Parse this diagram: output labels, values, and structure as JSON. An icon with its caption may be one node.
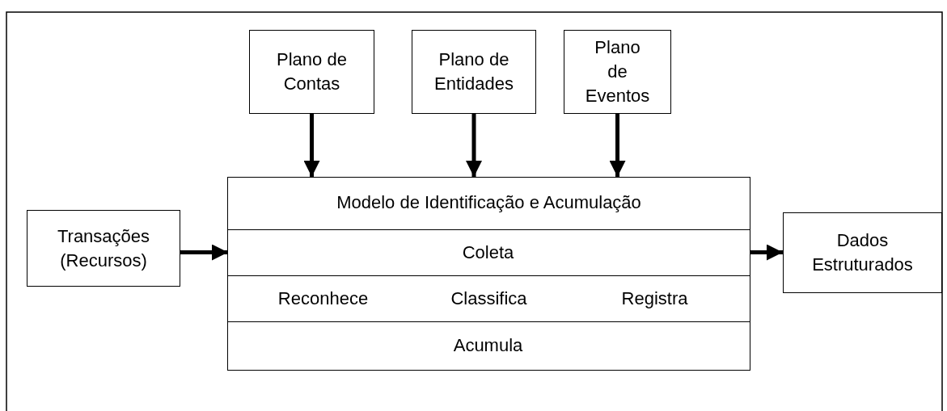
{
  "diagram": {
    "nodes": [
      {
        "text": [
          "Plano de Contas"
        ]
      },
      {
        "text": [
          "Plano de Entidades"
        ]
      },
      {
        "text": [
          "Plano de Eventos"
        ]
      },
      {
        "text": [
          "Transações (Recursos)"
        ]
      },
      {
        "text": [
          "Modelo de Identificação e Acumulação"
        ]
      },
      {
        "text": [
          "Coleta"
        ],
        "in": 4
      },
      {
        "text": [
          "Reconhece",
          "Classifica",
          "Registra"
        ],
        "in": 4
      },
      {
        "text": [
          "Acumula"
        ],
        "in": 4
      },
      {
        "text": [
          "Dados Estruturados"
        ]
      }
    ],
    "edges": [
      {
        "from": 0,
        "to": 4,
        "arrow": "to"
      },
      {
        "from": 1,
        "to": 4,
        "arrow": "to"
      },
      {
        "from": 2,
        "to": 4,
        "arrow": "to"
      },
      {
        "from": 3,
        "to": 5,
        "arrow": "to"
      },
      {
        "from": 5,
        "to": 8,
        "arrow": "to"
      }
    ]
  }
}
